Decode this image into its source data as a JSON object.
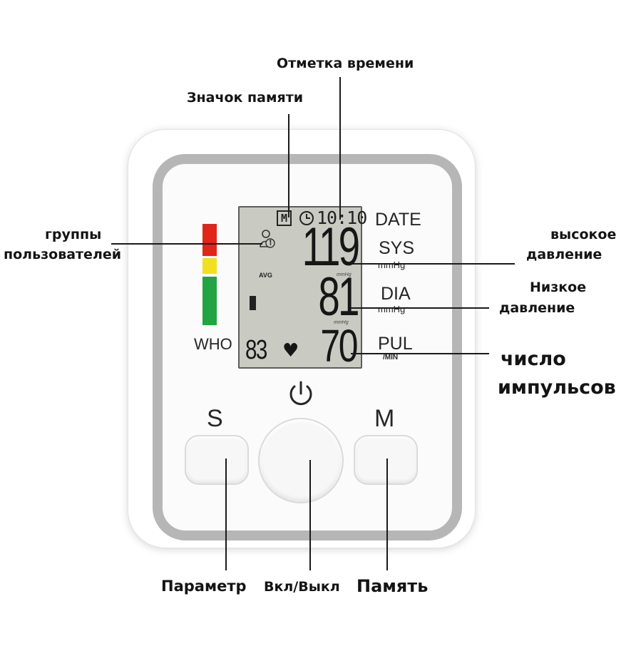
{
  "callouts": {
    "timestamp": "Отметка времени",
    "memory_icon": "Значок памяти",
    "user_groups_line1": "группы",
    "user_groups_line2": "пользователей",
    "systolic_line1": "высокое",
    "systolic_line2": "давление",
    "diastolic_line1": "Низкое",
    "diastolic_line2": "давление",
    "pulse_line1": "число",
    "pulse_line2": "импульсов",
    "setting_button": "Параметр",
    "power_button": "Вкл/Выкл",
    "memory_button": "Память"
  },
  "device": {
    "who_label": "WHO",
    "s_label": "S",
    "m_label": "M",
    "date_label": "DATE",
    "sys_label": "SYS",
    "sys_unit": "mmHg",
    "dia_label": "DIA",
    "dia_unit": "mmHg",
    "pul_label": "PUL",
    "pul_unit": "/MIN",
    "who_scale_colors": [
      "#e0251b",
      "#f2e01f",
      "#22a442"
    ]
  },
  "lcd": {
    "memory_badge": "M",
    "time": "10:10",
    "systolic": "119",
    "diastolic": "81",
    "pulse": "70",
    "small_number": "83",
    "avg_label": "AVG",
    "small_unit_sys": "mmHg",
    "small_unit_dia": "mmHg",
    "background_color": "#c9cbc3",
    "digit_color": "#161616"
  }
}
